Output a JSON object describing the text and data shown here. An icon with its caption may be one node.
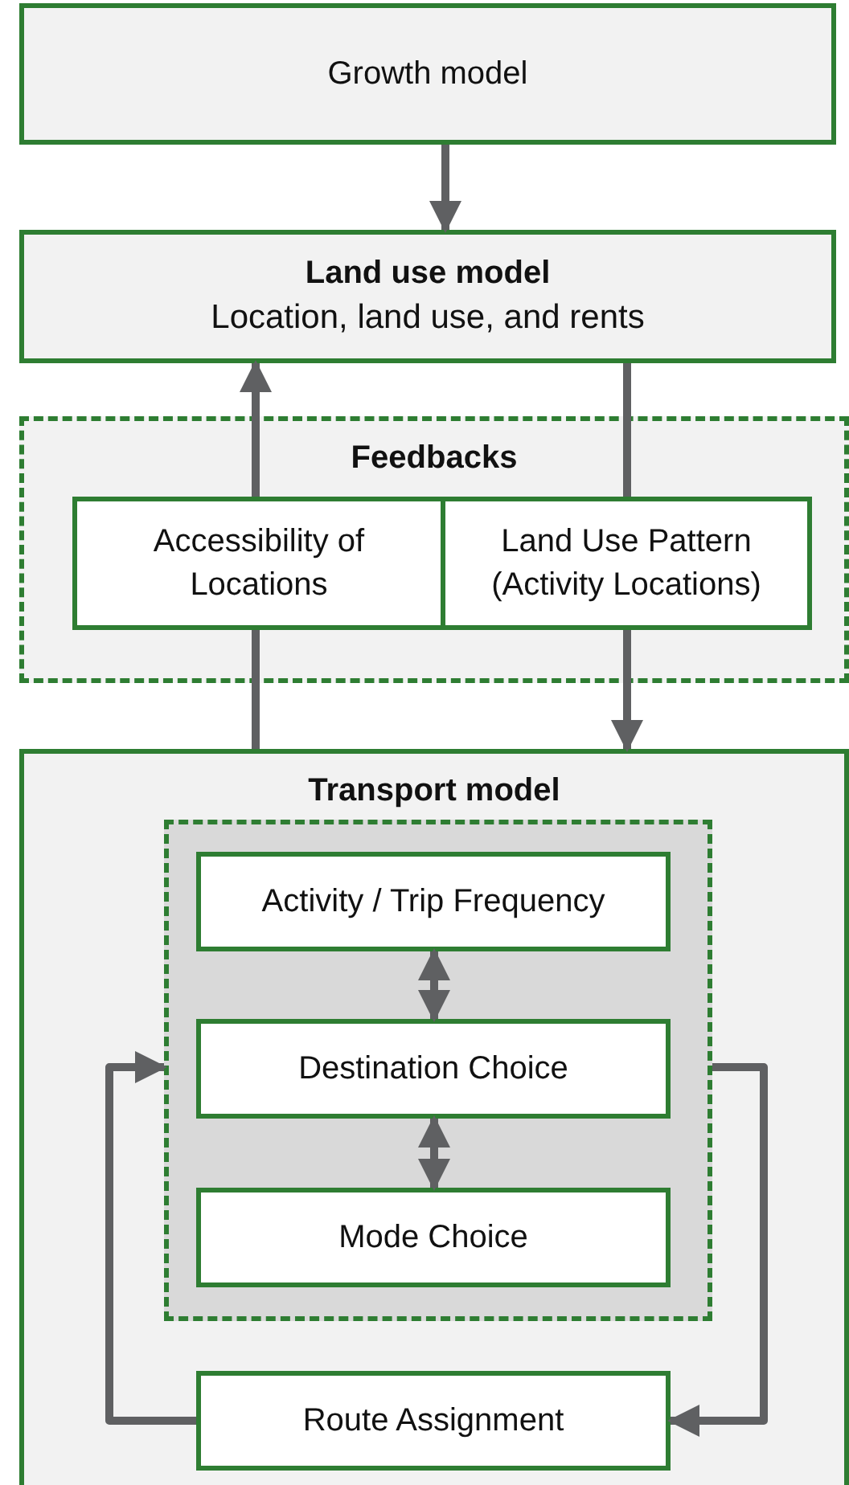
{
  "diagram": {
    "nodes": [
      {
        "text": [
          "Growth model"
        ]
      },
      {
        "text": [
          "Land use model",
          "Location, land use, and rents"
        ]
      },
      {
        "text": [
          "Feedbacks"
        ]
      },
      {
        "text": [
          "Accessibility of Locations"
        ],
        "in": 2
      },
      {
        "text": [
          "Land Use Pattern (Activity Locations)"
        ],
        "in": 2
      },
      {
        "text": [
          "Transport model"
        ]
      },
      {
        "text": [],
        "shape": "box",
        "in": 5
      },
      {
        "text": [
          "Activity / Trip Frequency"
        ],
        "in": 6
      },
      {
        "text": [
          "Destination Choice"
        ],
        "in": 6
      },
      {
        "text": [
          "Mode Choice"
        ],
        "in": 6
      },
      {
        "text": [
          "Route Assignment"
        ],
        "in": 5
      }
    ],
    "edges": [
      {
        "from": 0,
        "to": 1,
        "arrow": "to"
      },
      {
        "from": 3,
        "to": 1,
        "arrow": "to"
      },
      {
        "from": 1,
        "to": 4,
        "arrow": "none"
      },
      {
        "from": 5,
        "to": 3,
        "arrow": "none"
      },
      {
        "from": 4,
        "to": 5,
        "arrow": "to"
      },
      {
        "from": 7,
        "to": 8,
        "arrow": "both"
      },
      {
        "from": 8,
        "to": 9,
        "arrow": "both"
      },
      {
        "from": 10,
        "to": 6,
        "arrow": "to"
      },
      {
        "from": 6,
        "to": 10,
        "arrow": "to"
      }
    ]
  }
}
